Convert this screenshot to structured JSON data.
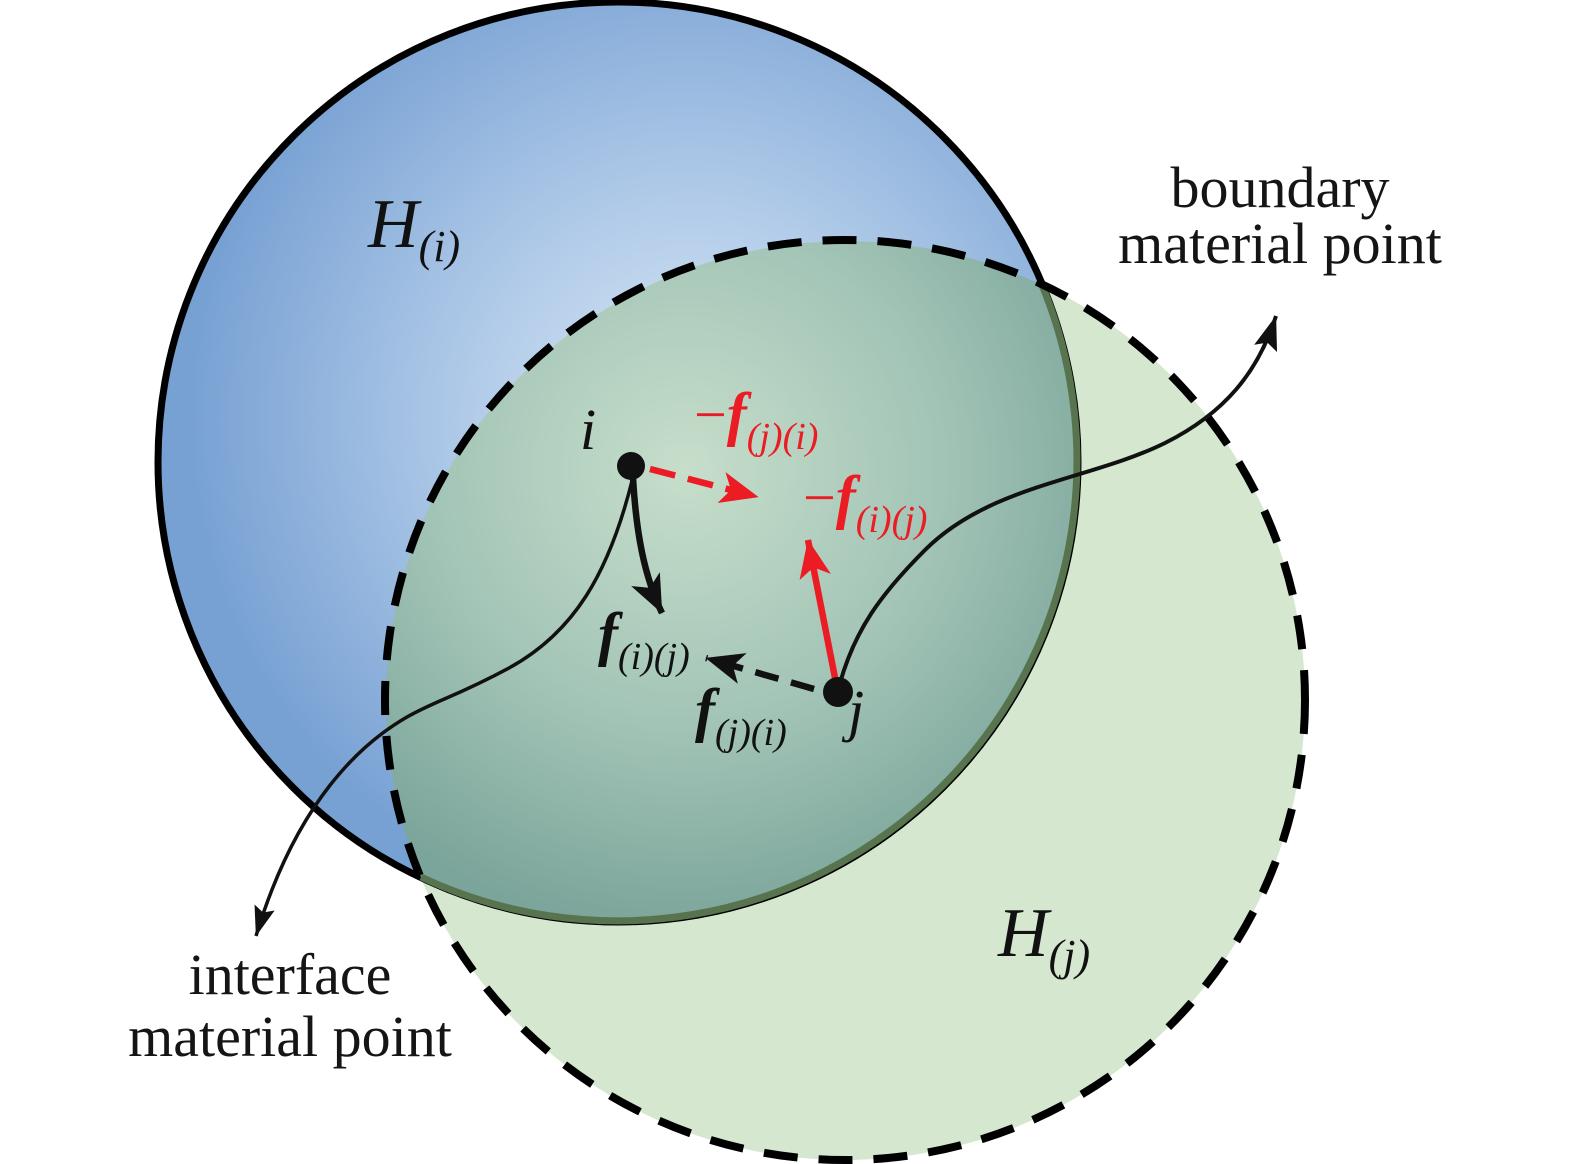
{
  "figure": {
    "horizons": {
      "horizon_i": {
        "symbol": "H",
        "subscript": "(i)"
      },
      "horizon_j": {
        "symbol": "H",
        "subscript": "(j)"
      }
    },
    "points": {
      "i": {
        "label": "i"
      },
      "j": {
        "label": "j"
      }
    },
    "forces": {
      "f_ij": {
        "minus": "",
        "symbol": "f",
        "subscript": "(i)(j)"
      },
      "f_ji": {
        "minus": "",
        "symbol": "f",
        "subscript": "(j)(i)"
      },
      "neg_f_ji": {
        "minus": "−",
        "symbol": "f",
        "subscript": "(j)(i)"
      },
      "neg_f_ij": {
        "minus": "−",
        "symbol": "f",
        "subscript": "(i)(j)"
      }
    },
    "annotations": {
      "boundary": {
        "line1": "boundary",
        "line2": "material point"
      },
      "interface": {
        "line1": "interface",
        "line2": "material point"
      }
    },
    "colors": {
      "red": "#ec1c24",
      "black": "#111111",
      "blue_center": "#dbe9f6",
      "blue_mid": "#a6c3e5",
      "blue_edge": "#78a1d3",
      "teal_center": "#c7decb",
      "teal_mid": "#a2c4b6",
      "teal_edge": "#7ba49a",
      "green_fill": "#d5e7ce",
      "olive_arc": "#58744e"
    }
  }
}
